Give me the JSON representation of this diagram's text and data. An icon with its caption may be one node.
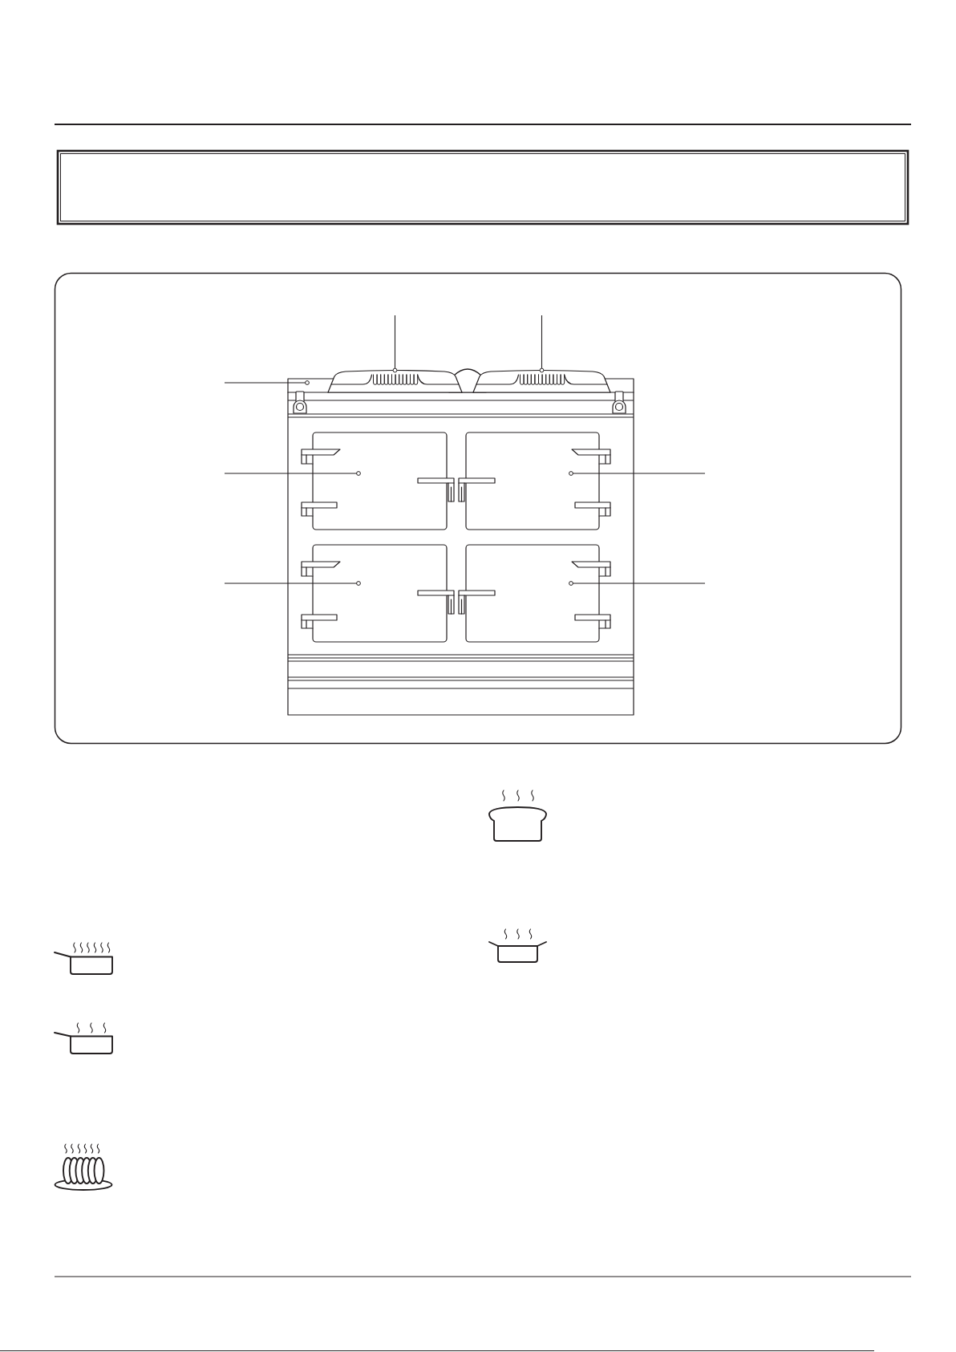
{
  "diagram": {
    "nodes": [
      {
        "text": [],
        "shape": "picture"
      },
      {
        "text": [],
        "shape": "picture"
      },
      {
        "text": [],
        "shape": "bar"
      },
      {
        "text": [],
        "shape": "box"
      },
      {
        "text": [],
        "shape": "box"
      },
      {
        "text": [],
        "shape": "box"
      },
      {
        "text": [],
        "shape": "box"
      }
    ],
    "edges": [
      {
        "from": null,
        "to": 0,
        "arrow": "other"
      },
      {
        "from": null,
        "to": 1,
        "arrow": "other"
      },
      {
        "from": null,
        "to": 2,
        "arrow": "other"
      },
      {
        "from": null,
        "to": 3,
        "arrow": "other"
      },
      {
        "from": null,
        "to": 4,
        "arrow": "other"
      },
      {
        "from": null,
        "to": 5,
        "arrow": "other"
      },
      {
        "from": null,
        "to": 6,
        "arrow": "other"
      }
    ]
  }
}
